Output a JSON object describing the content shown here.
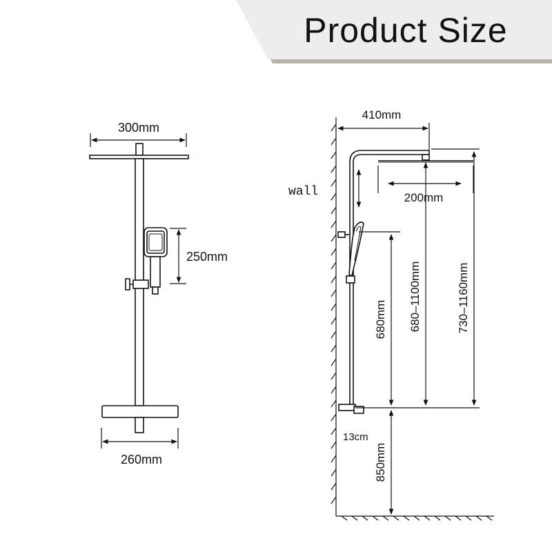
{
  "header": {
    "title": "Product Size"
  },
  "front_view": {
    "head_width": "300mm",
    "handheld_height": "250mm",
    "valve_width": "260mm"
  },
  "side_view": {
    "wall_label": "wall",
    "arm_reach": "410mm",
    "head_size": "200mm",
    "holder_height": "680mm",
    "adjustable_height": "680–1100mm",
    "total_height": "730–1160mm",
    "spout_offset": "13cm",
    "floor_height": "850mm"
  },
  "colors": {
    "line": "#111111",
    "banner": "#ededed",
    "banner_shadow": "#b8b3a8"
  }
}
